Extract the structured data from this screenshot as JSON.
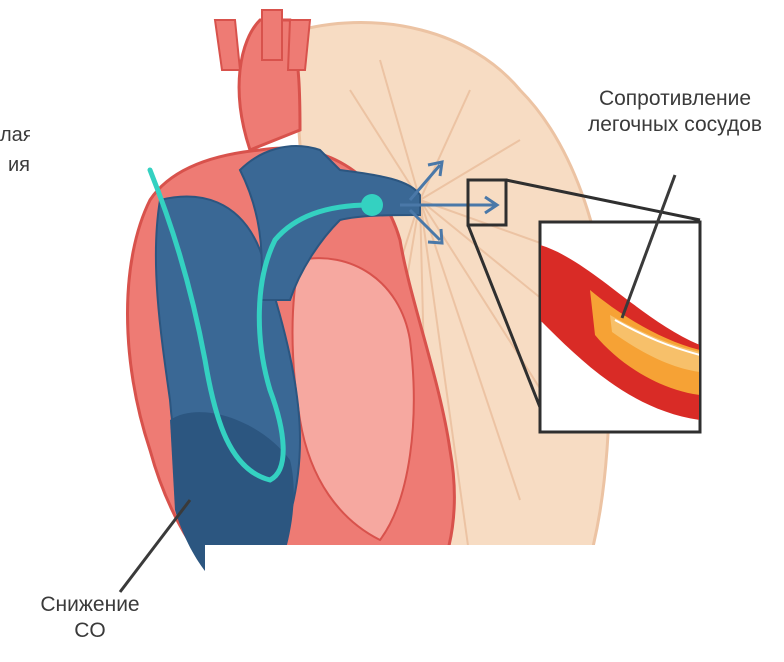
{
  "labels": {
    "pulmonary_resistance": [
      "Сопротивление",
      "легочных сосудов"
    ],
    "cardiac_output": [
      "Снижение",
      "CO"
    ],
    "cut_left": [
      "лая",
      "ия"
    ]
  },
  "colors": {
    "background": "#ffffff",
    "lung": "#f7dcc3",
    "lung_stroke": "#ecc3a3",
    "heart_outer": "#ee7b74",
    "heart_light": "#f6a8a0",
    "vein_blue": "#3a6895",
    "vein_blue_dark": "#2c5680",
    "catheter": "#34d1c1",
    "arrow": "#4a78a8",
    "vessel_red": "#d92b26",
    "vessel_orange": "#f6a235",
    "label_text": "#3a3a3a"
  },
  "icons": [
    "heart-diagram",
    "lung-shape",
    "catheter-line",
    "flow-arrows",
    "magnified-vessel-inset",
    "pointer-line"
  ]
}
